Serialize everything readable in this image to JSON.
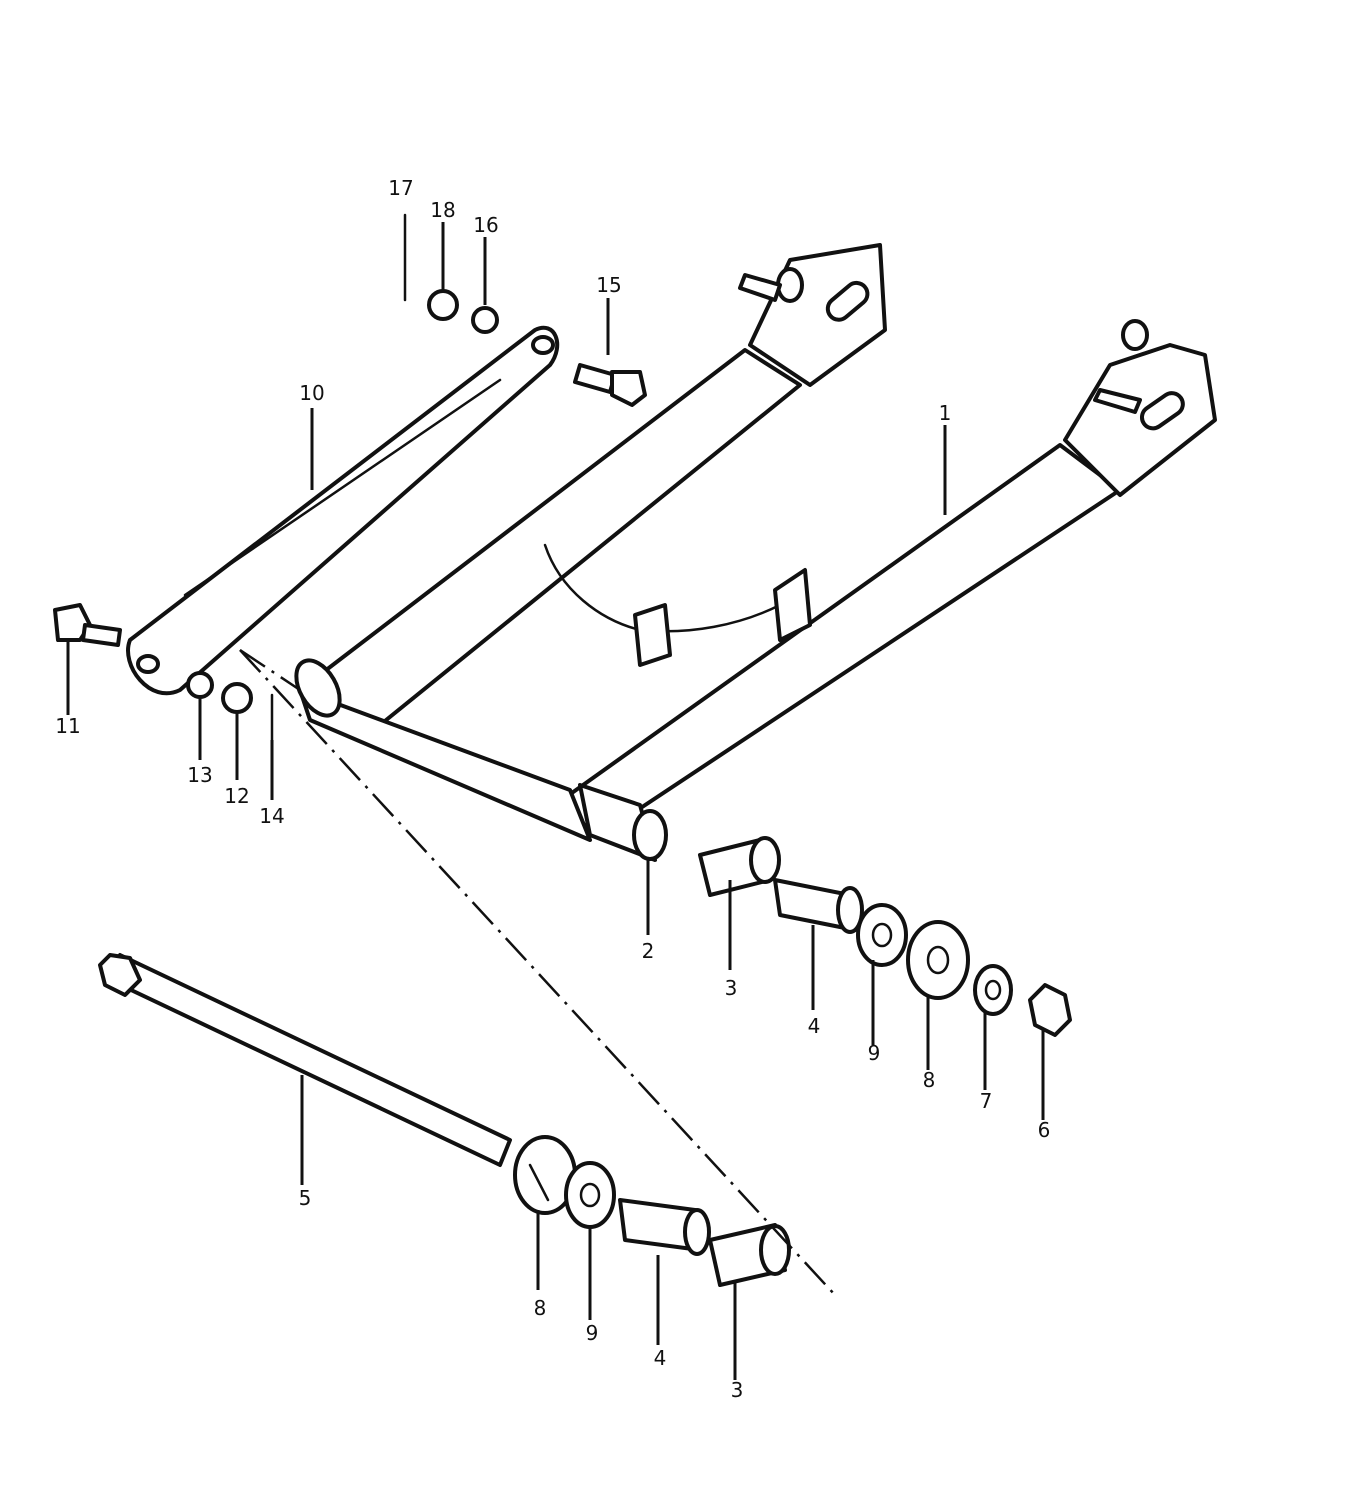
{
  "callouts": {
    "c1": "1",
    "c2": "2",
    "c3a": "3",
    "c3b": "3",
    "c4a": "4",
    "c4b": "4",
    "c5": "5",
    "c6": "6",
    "c7": "7",
    "c8a": "8",
    "c8b": "8",
    "c9a": "9",
    "c9b": "9",
    "c10": "10",
    "c11": "11",
    "c12": "12",
    "c13": "13",
    "c14": "14",
    "c15": "15",
    "c16": "16",
    "c17": "17",
    "c18": "18"
  }
}
